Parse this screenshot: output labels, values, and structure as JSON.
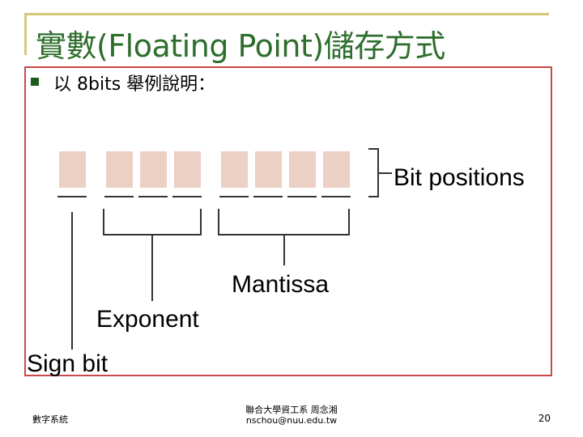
{
  "slide": {
    "title": "實數(Floating Point)儲存方式",
    "bullet": "以 8bits 舉例說明："
  },
  "diagram": {
    "labels": {
      "bit_positions": "Bit positions",
      "mantissa": "Mantissa",
      "exponent": "Exponent",
      "sign_bit": "Sign bit"
    },
    "box_color": "#ecd0c4",
    "line_color": "#333333"
  },
  "footer": {
    "course": "數字系統",
    "institution": "聯合大學資工系 周念湘",
    "email": "nschou@nuu.edu.tw",
    "page": "20"
  }
}
